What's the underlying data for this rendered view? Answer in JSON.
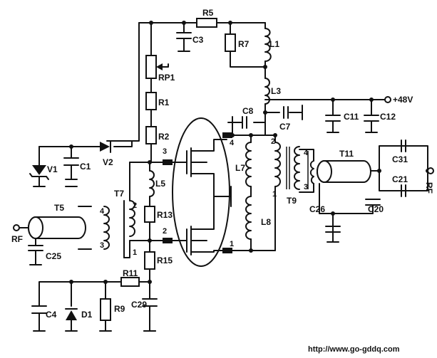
{
  "components": {
    "R5": "R5",
    "C3": "C3",
    "R7": "R7",
    "L1": "L1",
    "RP1": "RP1",
    "R1": "R1",
    "L3": "L3",
    "R2": "R2",
    "C8": "C8",
    "C7": "C7",
    "C11": "C11",
    "C12": "C12",
    "V1": "V1",
    "C1": "C1",
    "V2": "V2",
    "L5": "L5",
    "L7": "L7",
    "L8": "L8",
    "T7": "T7",
    "T9": "T9",
    "T5": "T5",
    "R13": "R13",
    "R15": "R15",
    "R11": "R11",
    "C25": "C25",
    "C29": "C29",
    "C4": "C4",
    "D1": "D1",
    "R9": "R9",
    "T11": "T11",
    "C31": "C31",
    "C21": "C21",
    "C26": "C26",
    "C20": "C20"
  },
  "supply": "+48V",
  "ports": {
    "rf_in": "RF",
    "rf_out": "RF"
  },
  "pins": {
    "q_gate_top": "3",
    "q_drain_top": "4",
    "q_gate_bot": "2",
    "q_drain_bot": "1",
    "t7_top": "2",
    "t7_bot": "1",
    "t5_top": "4",
    "t5_bot": "3",
    "t9_top": "2",
    "t9_bot": "1",
    "t11_top": "4",
    "t11_bot": "3"
  },
  "watermark": "http://www.go-gddq.com"
}
